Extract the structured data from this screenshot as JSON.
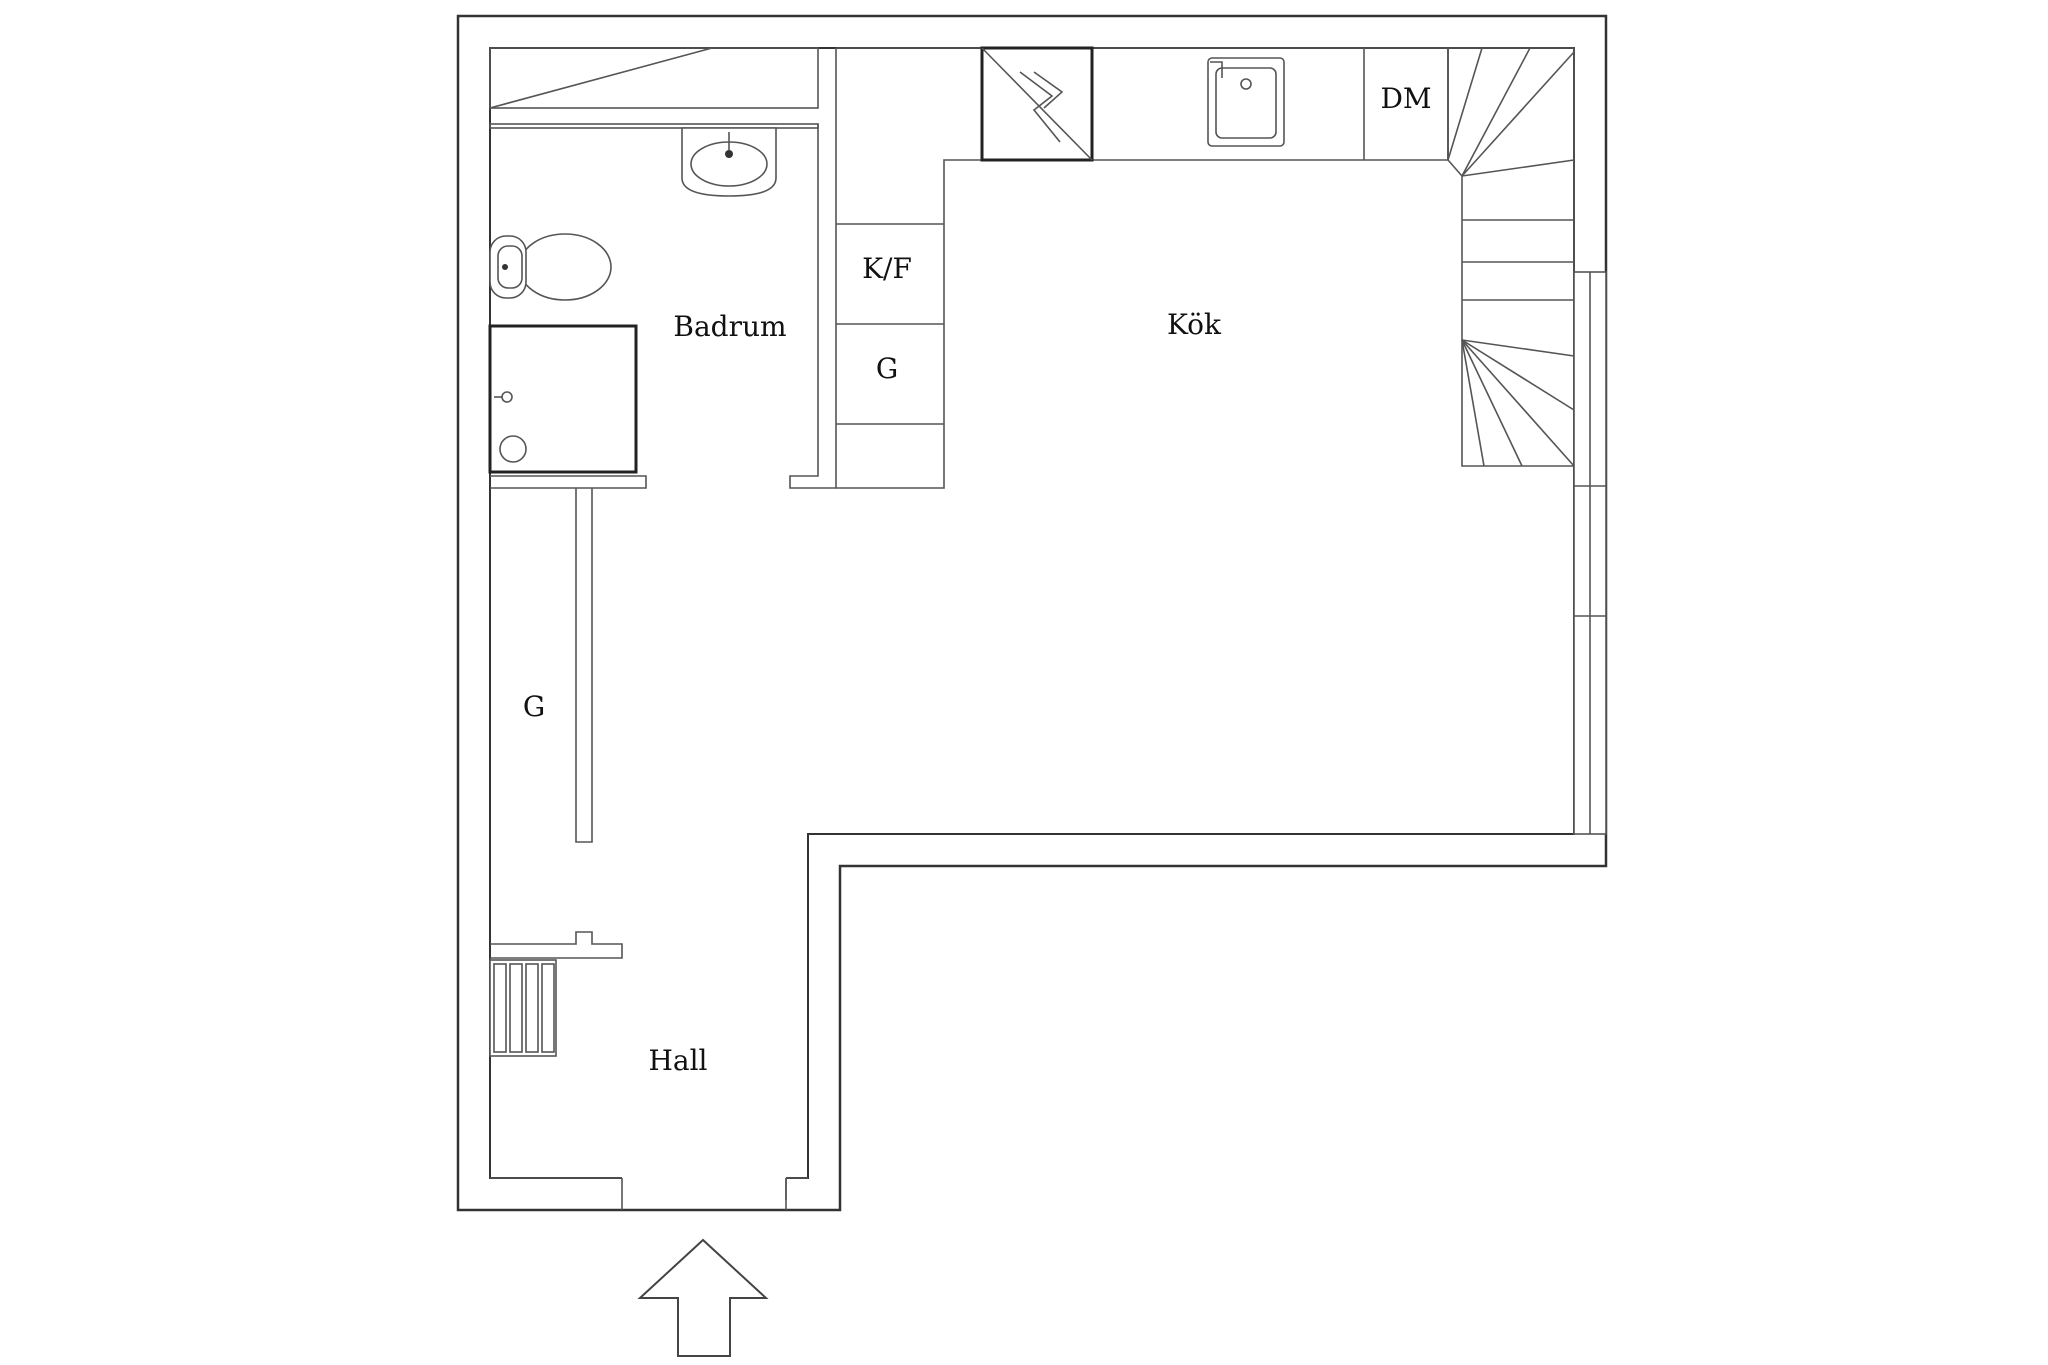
{
  "rooms": {
    "badrum": "Badrum",
    "kok": "Kök",
    "hall": "Hall"
  },
  "fixtures": {
    "fridge_freezer": "K/F",
    "closet_kitchen": "G",
    "closet_hall": "G",
    "dishwasher": "DM"
  },
  "icons": {
    "entrance": "entrance-arrow-icon",
    "stairs": "staircase-icon",
    "sink": "sink-icon",
    "toilet": "toilet-icon",
    "stove": "stove-icon",
    "washbasin": "washbasin-icon",
    "shower": "shower-icon",
    "radiator": "radiator-icon"
  },
  "colors": {
    "background": "#ffffff",
    "lines": "#333333",
    "text": "#111111"
  }
}
